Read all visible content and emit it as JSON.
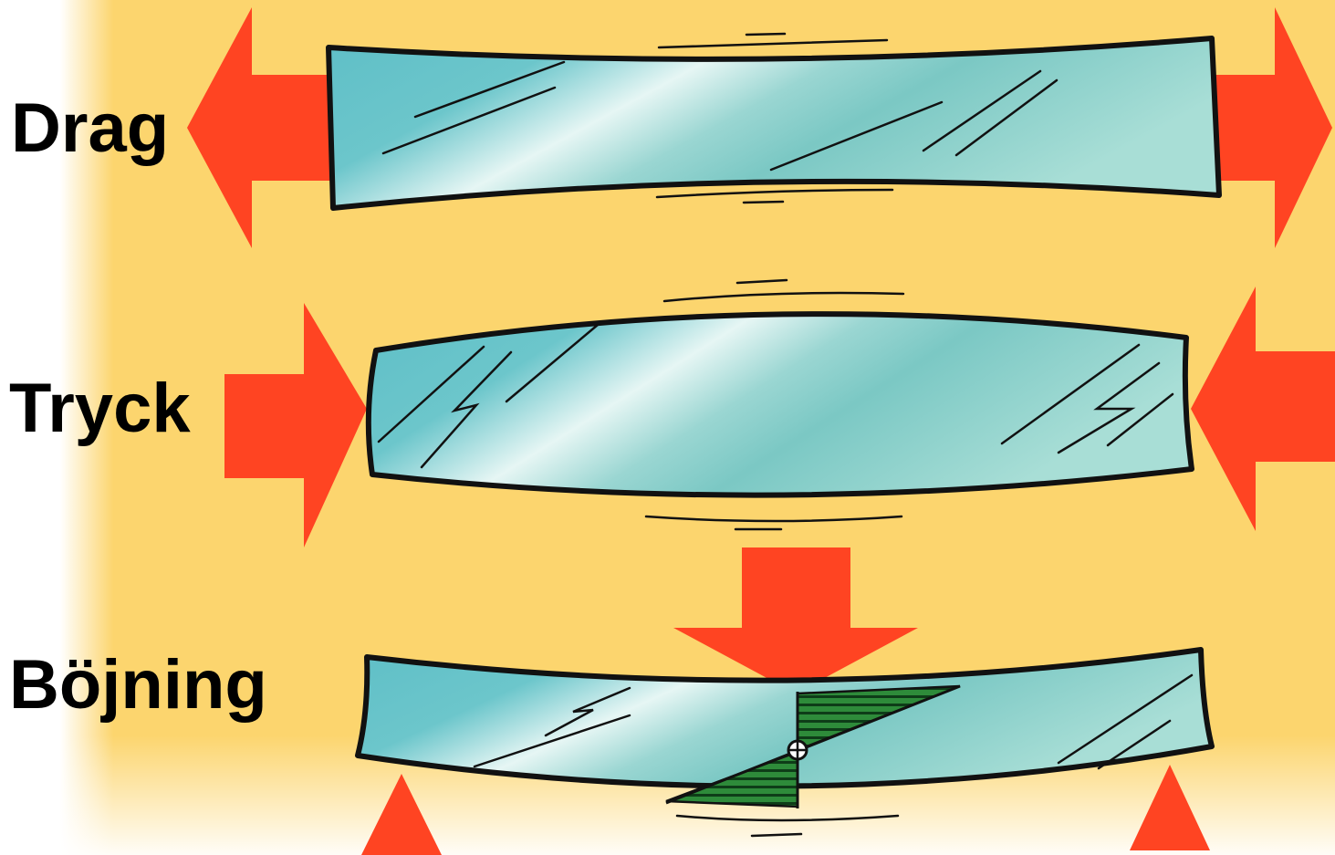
{
  "labels": {
    "tension": "Drag",
    "compression": "Tryck",
    "bending": "Böjning"
  },
  "colors": {
    "background": "#FCD56E",
    "arrow": "#FF4422",
    "beam_dark": "#5FBFC7",
    "beam_light": "#E6F6F4",
    "beam_mid": "#8FD1CD",
    "hatch": "#2E8B3A",
    "outline": "#111111"
  },
  "icons": {
    "force_arrow": "arrow-icon",
    "support": "triangle-support-icon"
  }
}
